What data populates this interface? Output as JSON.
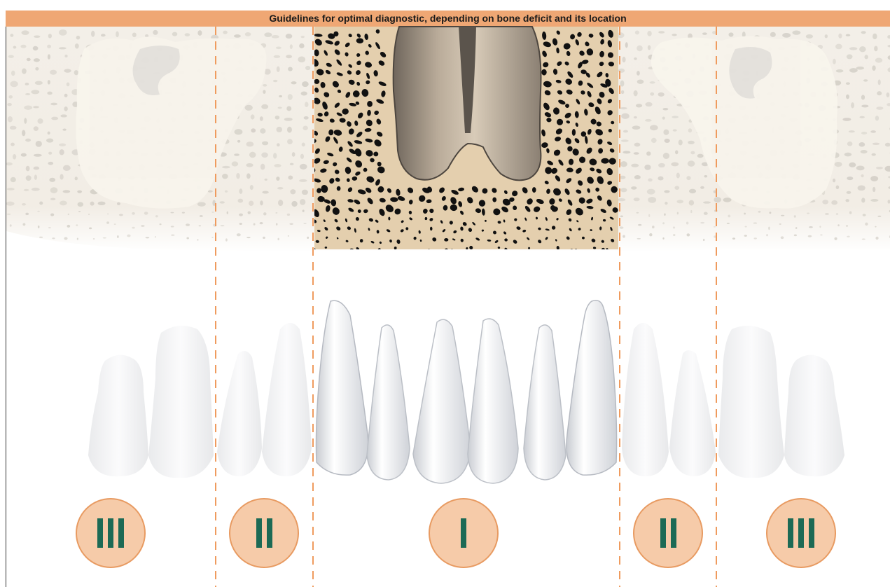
{
  "title": "Guidelines for optimal diagnostic, depending on bone deficit and its location",
  "colors": {
    "header": "#efa774",
    "divider": "#ef9b5e",
    "badge_fill": "#f6cba9",
    "badge_border": "#e89b62",
    "numeral": "#1c6a55",
    "bone_pale": "#f3efe8",
    "bone_dark": "#e4cfae",
    "pore_dark": "#111111",
    "pore_pale": "#cfcbc3"
  },
  "zones": [
    {
      "label": "III",
      "numeral_bars": 3
    },
    {
      "label": "II",
      "numeral_bars": 2
    },
    {
      "label": "I",
      "numeral_bars": 1
    },
    {
      "label": "II",
      "numeral_bars": 2
    },
    {
      "label": "III",
      "numeral_bars": 3
    }
  ]
}
